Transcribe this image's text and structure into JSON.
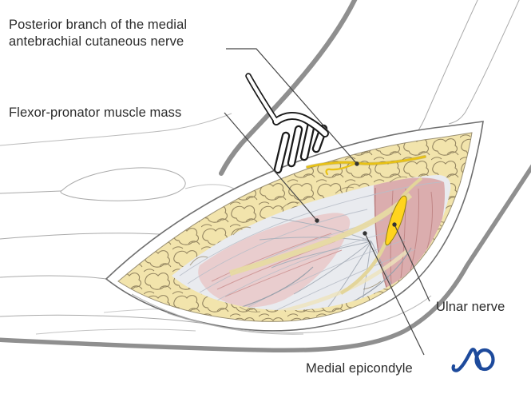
{
  "figure": {
    "description_labels": true,
    "labels": {
      "posterior_branch": "Posterior branch of the medial antebrachial cutaneous nerve",
      "flexor_pronator": "Flexor-pronator muscle mass",
      "ulnar_nerve": "Ulnar nerve",
      "medial_epicondyle": "Medial epicondyle"
    },
    "logo": {
      "text": "AO",
      "color": "#1d4a9c"
    },
    "palette": {
      "background": "#ffffff",
      "label_text": "#2b2b2b",
      "leader_line": "#474747",
      "arm_outline_gray": "#8f8f8f",
      "skin_rim": "#6f6f6f",
      "fat_yellow": "#f2e4ac",
      "fat_lobule_line": "#7c6d4d",
      "fascia_gray": "#e9ebef",
      "muscle_pink": "#e8c6c6",
      "muscle_red": "#d9a6a6",
      "nerve_yellow": "#ffd41e",
      "tendon_pale": "#e7daa2"
    }
  }
}
